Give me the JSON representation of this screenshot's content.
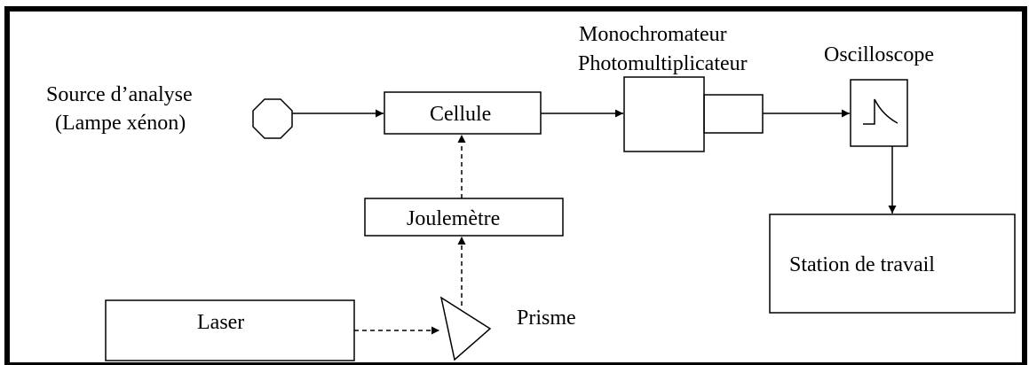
{
  "labels": {
    "source_line1": "Source d’analyse",
    "source_line2": "(Lampe xénon)",
    "cellule": "Cellule",
    "monochromateur": "Monochromateur",
    "photomultiplicateur": "Photomultiplicateur",
    "oscilloscope": "Oscilloscope",
    "joulemetre": "Joulemètre",
    "laser": "Laser",
    "prisme": "Prisme",
    "station": "Station de travail"
  }
}
